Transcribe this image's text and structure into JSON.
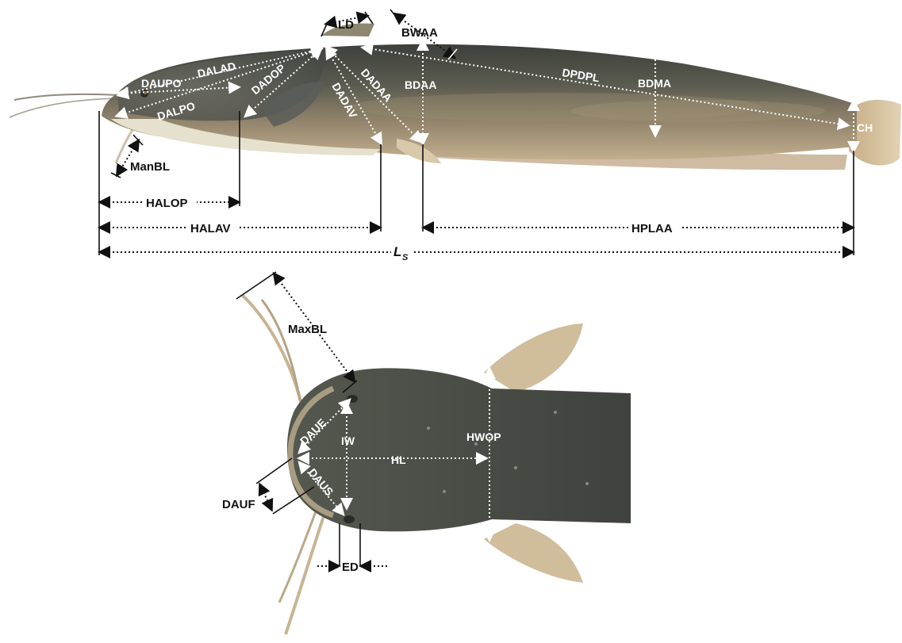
{
  "figure": {
    "lateral_view": {
      "labels": {
        "lateral_distance": "LD",
        "bwaa": "BWAA",
        "daupo": "DAUPO",
        "dalad": "DALAD",
        "dadop": "DADOP",
        "dalpo": "DALPO",
        "dadaa": "DADAA",
        "dadav": "DADAV",
        "bdaa": "BDAA",
        "dpdpl": "DPDPL",
        "bdma": "BDMA",
        "ch": "CH",
        "manbl": "ManBL",
        "halop": "HALOP",
        "halav": "HALAV",
        "hplaa": "HPLAA",
        "ls_main": "L",
        "ls_sub": "S"
      }
    },
    "dorsal_view": {
      "labels": {
        "maxbl": "MaxBL",
        "daue": "DAUE",
        "iw": "IW",
        "hwop": "HWOP",
        "hl": "HL",
        "daus": "DAUS",
        "dauf": "DAUF",
        "ed": "ED"
      }
    },
    "colors": {
      "fish_dark": "#4b4e48",
      "fish_mid": "#7d7560",
      "fish_light": "#b8a988",
      "belly": "#e9e4d4",
      "fin": "#cdb894",
      "label_white": "#ffffff",
      "label_black": "#111111"
    }
  }
}
